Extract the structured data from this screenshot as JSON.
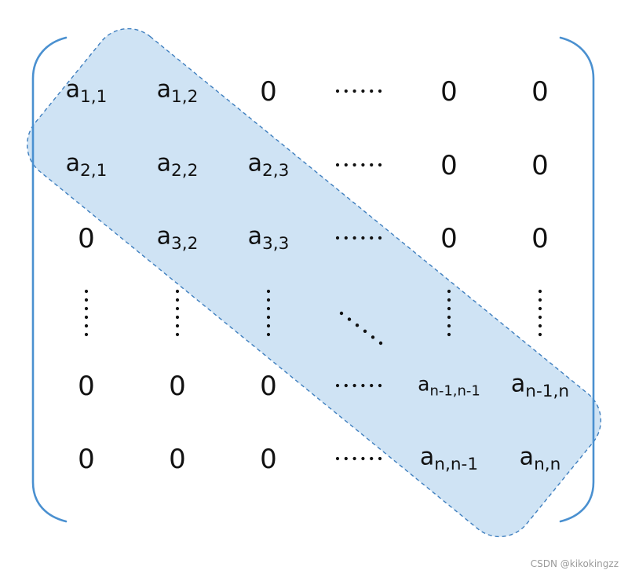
{
  "colors": {
    "band_fill": "#cfe3f4",
    "band_stroke": "#3f7fbf",
    "bracket": "#4a90d0",
    "text": "#111111",
    "watermark": "#9a9a9a"
  },
  "matrix": {
    "rows": [
      [
        {
          "kind": "elem",
          "base": "a",
          "sub": "1,1"
        },
        {
          "kind": "elem",
          "base": "a",
          "sub": "1,2"
        },
        {
          "kind": "text",
          "text": "0"
        },
        {
          "kind": "hdots"
        },
        {
          "kind": "text",
          "text": "0"
        },
        {
          "kind": "text",
          "text": "0"
        }
      ],
      [
        {
          "kind": "elem",
          "base": "a",
          "sub": "2,1"
        },
        {
          "kind": "elem",
          "base": "a",
          "sub": "2,2"
        },
        {
          "kind": "elem",
          "base": "a",
          "sub": "2,3"
        },
        {
          "kind": "hdots"
        },
        {
          "kind": "text",
          "text": "0"
        },
        {
          "kind": "text",
          "text": "0"
        }
      ],
      [
        {
          "kind": "text",
          "text": "0"
        },
        {
          "kind": "elem",
          "base": "a",
          "sub": "3,2"
        },
        {
          "kind": "elem",
          "base": "a",
          "sub": "3,3"
        },
        {
          "kind": "hdots"
        },
        {
          "kind": "text",
          "text": "0"
        },
        {
          "kind": "text",
          "text": "0"
        }
      ],
      [
        {
          "kind": "vdots"
        },
        {
          "kind": "vdots"
        },
        {
          "kind": "vdots"
        },
        {
          "kind": "ddots"
        },
        {
          "kind": "vdots"
        },
        {
          "kind": "vdots"
        }
      ],
      [
        {
          "kind": "text",
          "text": "0"
        },
        {
          "kind": "text",
          "text": "0"
        },
        {
          "kind": "text",
          "text": "0"
        },
        {
          "kind": "hdots"
        },
        {
          "kind": "elem",
          "base": "a",
          "sub": "n-1,n-1"
        },
        {
          "kind": "elem",
          "base": "a",
          "sub": "n-1,n"
        }
      ],
      [
        {
          "kind": "text",
          "text": "0"
        },
        {
          "kind": "text",
          "text": "0"
        },
        {
          "kind": "text",
          "text": "0"
        },
        {
          "kind": "hdots"
        },
        {
          "kind": "elem",
          "base": "a",
          "sub": "n,n-1"
        },
        {
          "kind": "elem",
          "base": "a",
          "sub": "n,n"
        }
      ]
    ]
  },
  "watermark": "CSDN @kikokingzz"
}
